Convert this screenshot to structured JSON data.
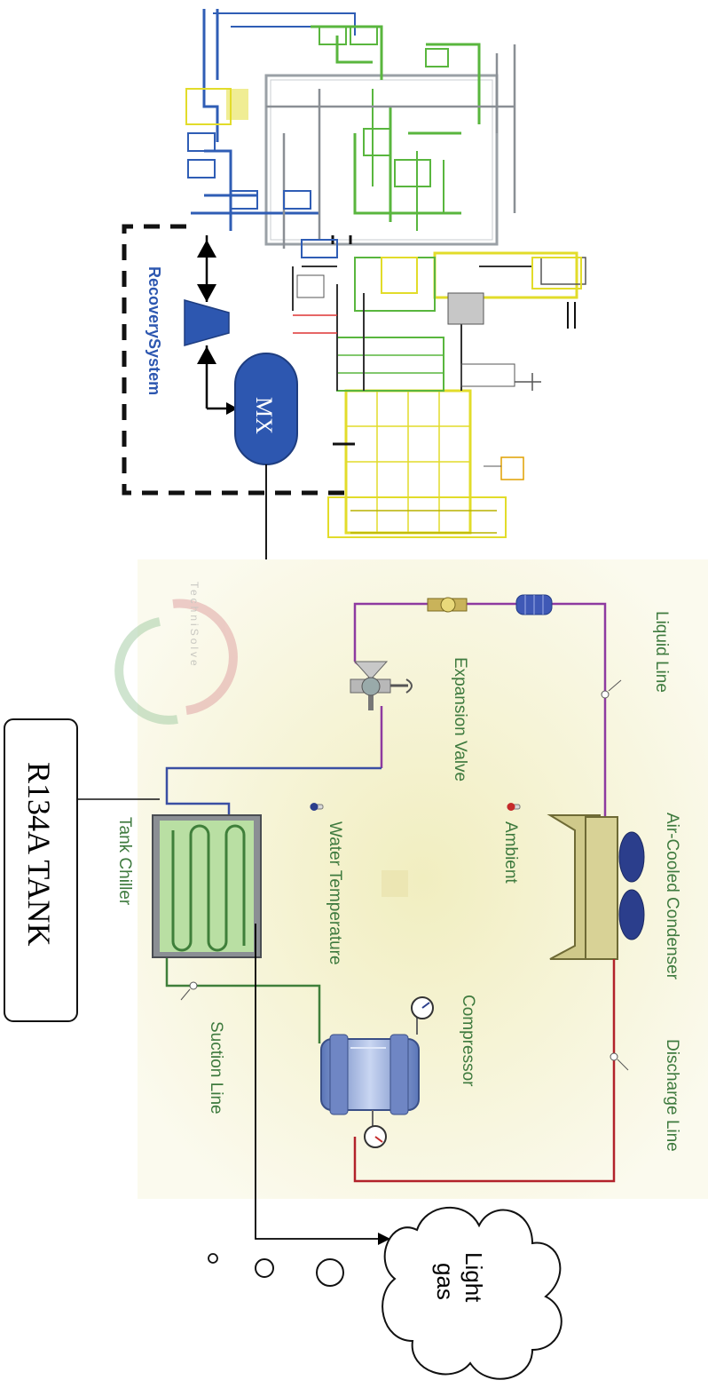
{
  "labels": {
    "recovery_system": "RecoverySystem",
    "mx": "MX",
    "r134a_tank": "R134A TANK",
    "tank_chiller": "Tank Chiller",
    "water_temperature": "Water Temperature",
    "ambient": "Ambient",
    "expansion_valve": "Expansion Valve",
    "liquid_line": "Liquid Line",
    "air_cooled_condenser": "Air-Cooled Condenser",
    "compressor": "Compressor",
    "discharge_line": "Discharge Line",
    "suction_line": "Suction Line",
    "light_gas": "Light gas",
    "watermark": "TechniSolve"
  },
  "colors": {
    "liquid_line": "#8e3aa0",
    "discharge_line": "#b2222a",
    "suction_line": "#3f7f3a",
    "evaporator_feed": "#3a4fa3",
    "label_green": "#3e7a3e",
    "recovery_blue": "#2d57b0",
    "plant_yellow": "#e2dc2a",
    "plant_green": "#59b63e",
    "plant_blue": "#2f5db5",
    "background_tint": "#f6f4dc"
  }
}
